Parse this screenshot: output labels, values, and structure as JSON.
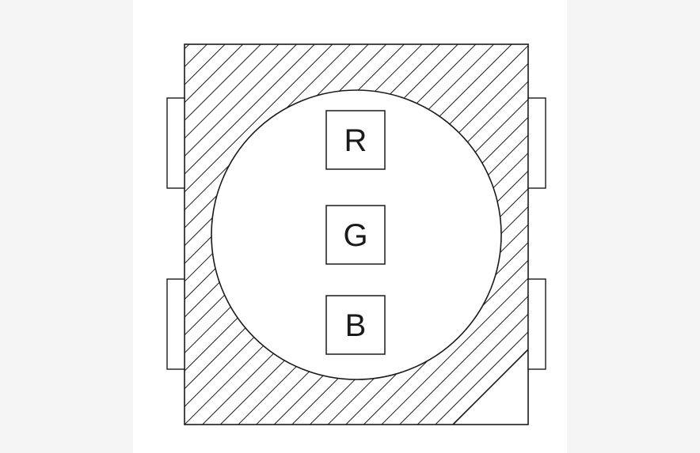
{
  "diagram": {
    "kind": "rgb-led-package-top-view",
    "dies": [
      {
        "id": "red",
        "label": "R"
      },
      {
        "id": "green",
        "label": "G"
      },
      {
        "id": "blue",
        "label": "B"
      }
    ],
    "colors": {
      "line": "#1a1a1a",
      "hatch": "#1a1a1a",
      "package_fill": "#ffffff",
      "page": "#ffffff",
      "canvas_margin": "#f5f5f5"
    }
  }
}
